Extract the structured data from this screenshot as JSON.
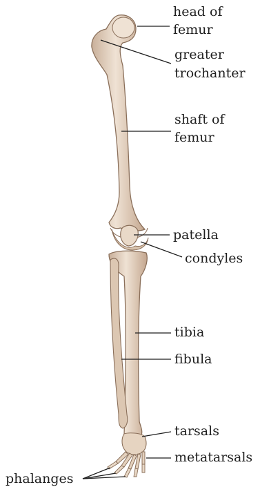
{
  "labels": {
    "head_of_femur_line1": "head of",
    "head_of_femur_line2": "femur",
    "greater_trochanter_line1": "greater",
    "greater_trochanter_line2": "trochanter",
    "shaft_of_femur_line1": "shaft of",
    "shaft_of_femur_line2": "femur",
    "patella": "patella",
    "condyles": "condyles",
    "tibia": "tibia",
    "fibula": "fibula",
    "tarsals": "tarsals",
    "metatarsals": "metatarsals",
    "phalanges": "phalanges"
  },
  "colors": {
    "bone_fill": "#e9d9c8",
    "bone_shadow": "#bfa58c",
    "bone_outline": "#8a6f5a",
    "leader_line": "#1f1f1f"
  }
}
